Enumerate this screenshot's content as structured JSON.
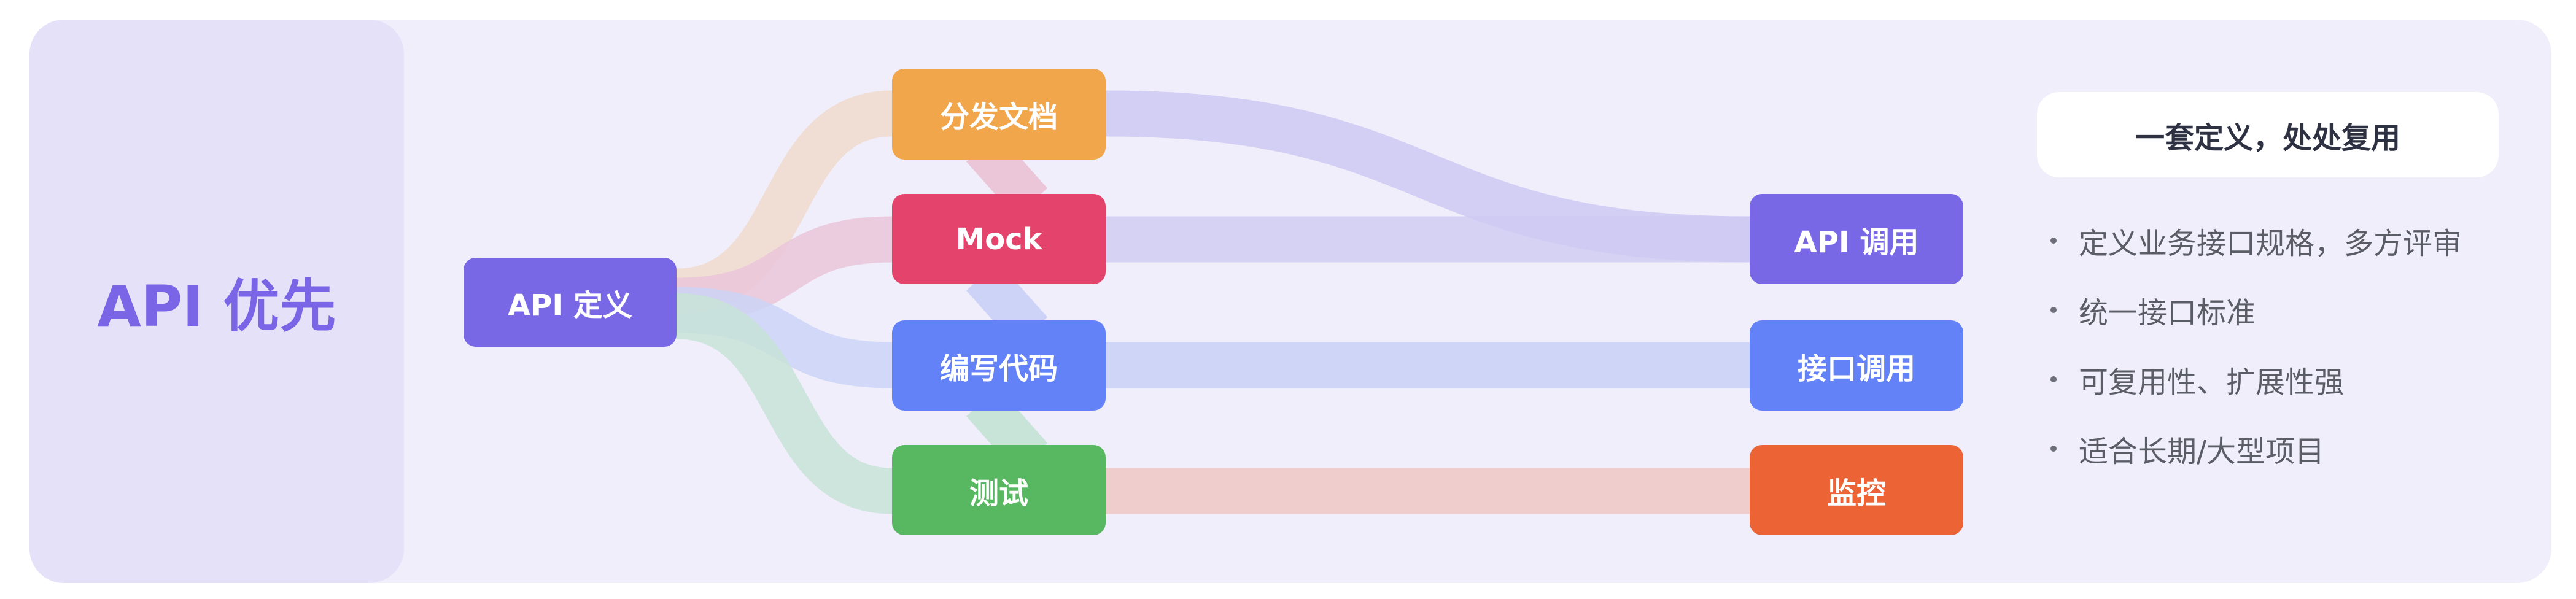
{
  "left_title": "API 优先",
  "source": {
    "label": "API 定义",
    "color": "#7868e6"
  },
  "middle": [
    {
      "label": "分发文档",
      "color": "#f2a64b"
    },
    {
      "label": "Mock",
      "color": "#e4446b"
    },
    {
      "label": "编写代码",
      "color": "#6482f7"
    },
    {
      "label": "测试",
      "color": "#58b862"
    }
  ],
  "targets": [
    {
      "label": "API 调用",
      "color": "#7868e6"
    },
    {
      "label": "接口调用",
      "color": "#6482f7"
    },
    {
      "label": "监控",
      "color": "#ec6436"
    }
  ],
  "summary": {
    "title": "一套定义，处处复用",
    "bullets": [
      "定义业务接口规格，多方评审",
      "统一接口标准",
      "可复用性、扩展性强",
      "适合长期/大型项目"
    ]
  }
}
